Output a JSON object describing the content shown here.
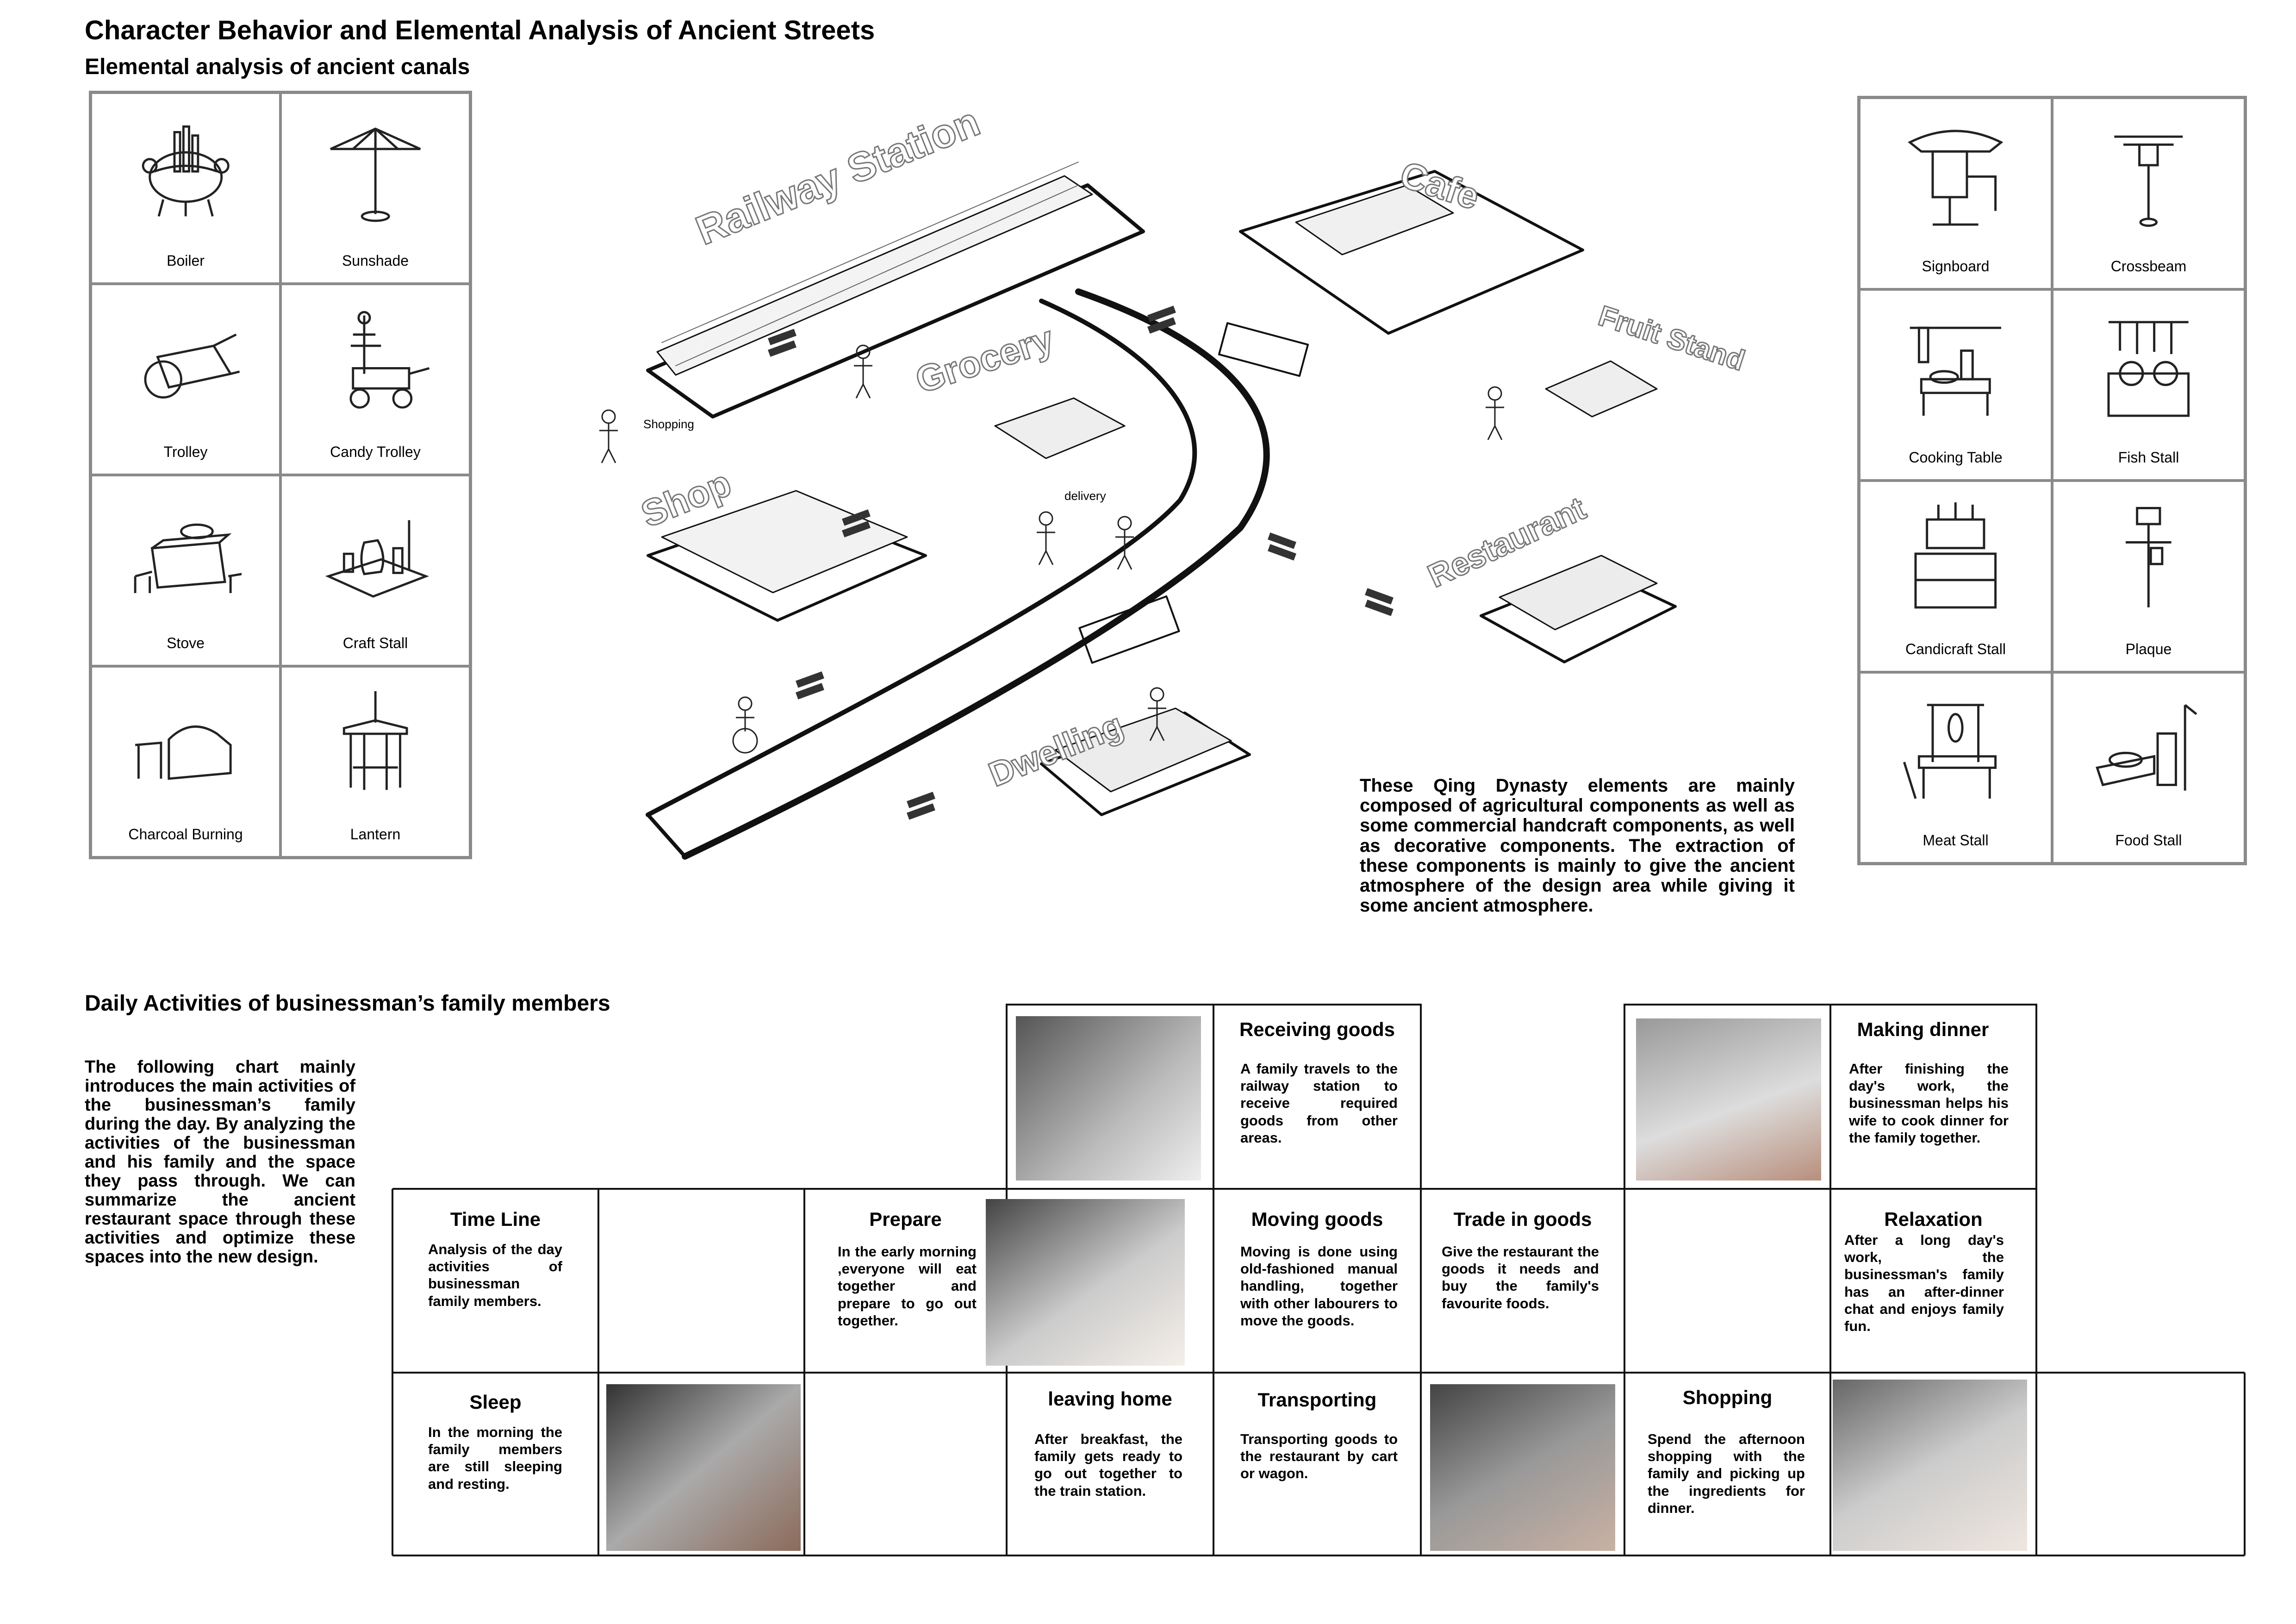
{
  "title": "Character Behavior and Elemental Analysis of Ancient Streets",
  "subtitle": "Elemental analysis of ancient canals",
  "left_elements": [
    {
      "label": "Boiler",
      "icon": "boiler-icon"
    },
    {
      "label": "Sunshade",
      "icon": "sunshade-icon"
    },
    {
      "label": "Trolley",
      "icon": "trolley-icon"
    },
    {
      "label": "Candy Trolley",
      "icon": "candy-trolley-icon"
    },
    {
      "label": "Stove",
      "icon": "stove-icon"
    },
    {
      "label": "Craft Stall",
      "icon": "craft-stall-icon"
    },
    {
      "label": "Charcoal Burning",
      "icon": "charcoal-icon"
    },
    {
      "label": "Lantern",
      "icon": "lantern-icon"
    }
  ],
  "right_elements": [
    {
      "label": "Signboard",
      "icon": "signboard-icon"
    },
    {
      "label": "Crossbeam",
      "icon": "crossbeam-icon"
    },
    {
      "label": "Cooking Table",
      "icon": "cooking-table-icon"
    },
    {
      "label": "Fish Stall",
      "icon": "fish-stall-icon"
    },
    {
      "label": "Candicraft Stall",
      "icon": "candicraft-stall-icon"
    },
    {
      "label": "Plaque",
      "icon": "plaque-icon"
    },
    {
      "label": "Meat Stall",
      "icon": "meat-stall-icon"
    },
    {
      "label": "Food Stall",
      "icon": "food-stall-icon"
    }
  ],
  "map": {
    "railway_station": "Railway Station",
    "cafe": "Cafe",
    "fruit_stand": "Fruit Stand",
    "grocery": "Grocery",
    "shop": "Shop",
    "restaurant": "Restaurant",
    "dwelling": "Dwelling",
    "shopping": "Shopping",
    "delivery": "delivery"
  },
  "qing_text": "These Qing Dynasty elements are mainly composed of agricultural components as well as some commercial handcraft components, as well as decorative components. The extraction of these components is mainly to give the ancient atmosphere of the design area while giving it some ancient atmosphere.",
  "daily_title": "Daily Activities of businessman’s family members",
  "intro_text": "The following chart mainly introduces the main activities of the businessman’s family during the day. By analyzing the activities of the businessman and his family and the space they pass through. We can summarize the ancient restaurant space through these activities and optimize these spaces into the new design.",
  "activities": {
    "timeline": {
      "title": "Time Line",
      "body": "Analysis of the day activities of businessman family members."
    },
    "sleep": {
      "title": "Sleep",
      "body": "In the morning the family members are still sleeping and resting."
    },
    "prepare": {
      "title": "Prepare",
      "body": "In the early morning ,everyone will eat together and prepare to go out together."
    },
    "leaving": {
      "title": "leaving home",
      "body": "After breakfast, the family gets ready to go out together to the train station."
    },
    "receiving": {
      "title": "Receiving goods",
      "body": "A family travels to the railway station to receive required goods from other areas."
    },
    "moving": {
      "title": "Moving goods",
      "body": "Moving is done using old-fashioned manual handling, together with other labourers to move the goods."
    },
    "transporting": {
      "title": "Transporting",
      "body": "Transporting goods to the restaurant by cart or wagon."
    },
    "trade": {
      "title": "Trade in goods",
      "body": "Give the restaurant the goods it needs and buy the family's favourite foods."
    },
    "shopping": {
      "title": "Shopping",
      "body": "Spend the afternoon shopping with the family and picking up the ingredients for dinner."
    },
    "dinner": {
      "title": "Making dinner",
      "body": "After finishing the day's work, the businessman helps his wife to cook dinner for the family together."
    },
    "relax": {
      "title": "Relaxation",
      "body": "After a long day's work, the businessman's family has an after-dinner chat and enjoys family fun."
    }
  }
}
